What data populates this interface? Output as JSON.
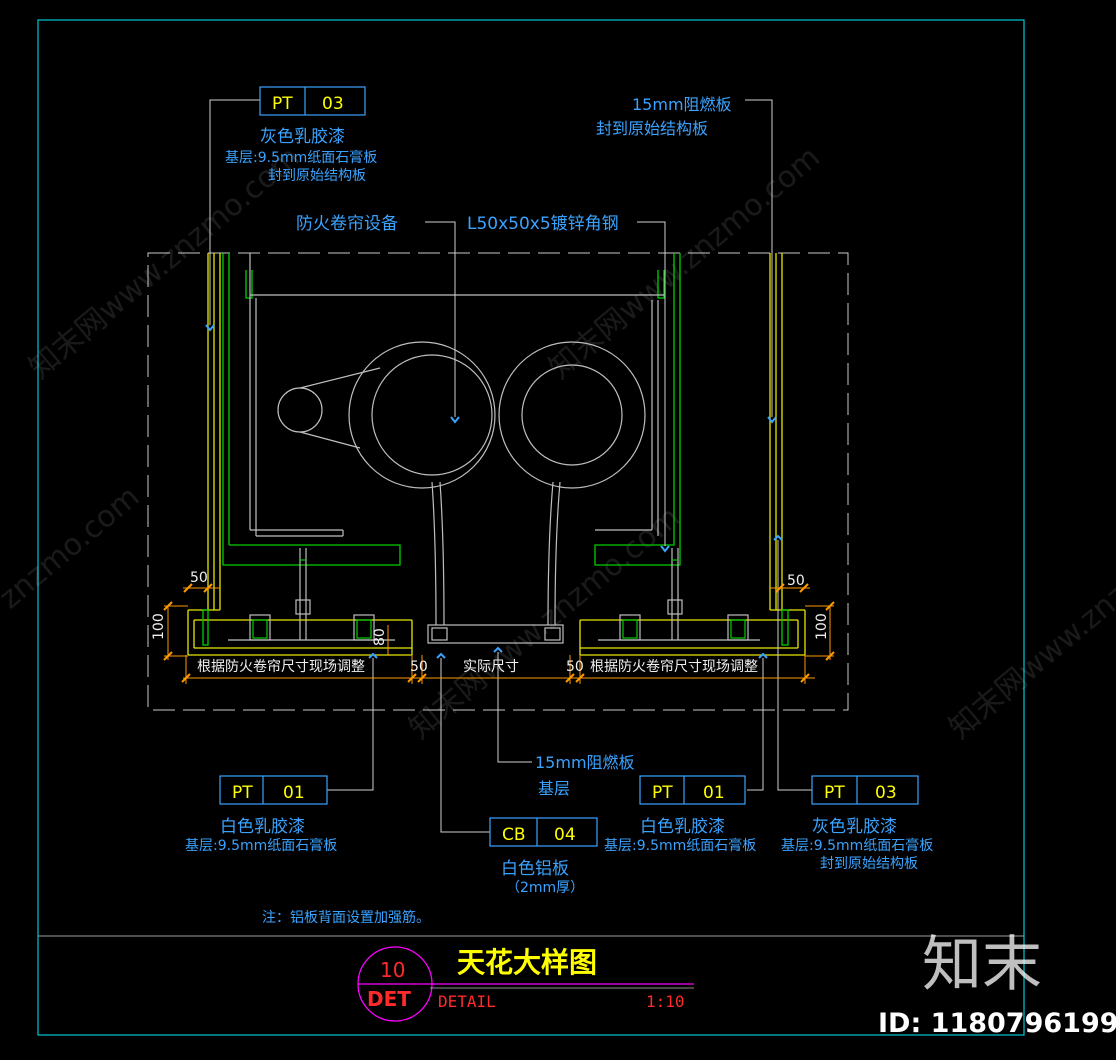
{
  "drawing": {
    "title": "天花大样图",
    "subtitle": "DETAIL",
    "scale": "1:10",
    "detail_number": "10",
    "detail_sheet": "DET",
    "note": "注：铝板背面设置加强筋。"
  },
  "tags": {
    "pt03_top": {
      "code": "PT",
      "num": "03",
      "desc": "灰色乳胶漆",
      "base1": "基层:9.5mm纸面石膏板",
      "base2": "封到原始结构板"
    },
    "pt01_left": {
      "code": "PT",
      "num": "01",
      "desc": "白色乳胶漆",
      "base1": "基层:9.5mm纸面石膏板"
    },
    "cb04": {
      "code": "CB",
      "num": "04",
      "desc": "白色铝板",
      "base1": "（2mm厚）"
    },
    "pt01_right": {
      "code": "PT",
      "num": "01",
      "desc": "白色乳胶漆",
      "base1": "基层:9.5mm纸面石膏板"
    },
    "pt03_right": {
      "code": "PT",
      "num": "03",
      "desc": "灰色乳胶漆",
      "base1": "基层:9.5mm纸面石膏板",
      "base2": "封到原始结构板"
    }
  },
  "callouts": {
    "top_right_1": "15mm阻燃板",
    "top_right_2": "封到原始结构板",
    "fire_shutter": "防火卷帘设备",
    "angle_steel": "L50x50x5镀锌角钢",
    "bottom_mid_1": "15mm阻燃板",
    "bottom_mid_2": "基层"
  },
  "dimensions": {
    "left_adjust": "根据防火卷帘尺寸现场调整",
    "right_adjust": "根据防火卷帘尺寸现场调整",
    "actual": "实际尺寸",
    "d50_a": "50",
    "d50_b": "50",
    "d50_c": "50",
    "d50_d": "50",
    "d100_left": "100",
    "d100_right": "100",
    "d80": "80"
  },
  "watermark": {
    "text": "znzmo.com",
    "brand": "知末网www.znzmo.com",
    "logo": "知末",
    "id": "ID: 1180796199"
  },
  "colors": {
    "frame": "#00c8d4",
    "annotation": "#3aa3ff",
    "tag_text": "#ffff00",
    "green": "#00d000",
    "yellow": "#e6e600",
    "orange": "#ff9900",
    "title_red": "#ff2a2a",
    "circle": "#ff00ff"
  }
}
